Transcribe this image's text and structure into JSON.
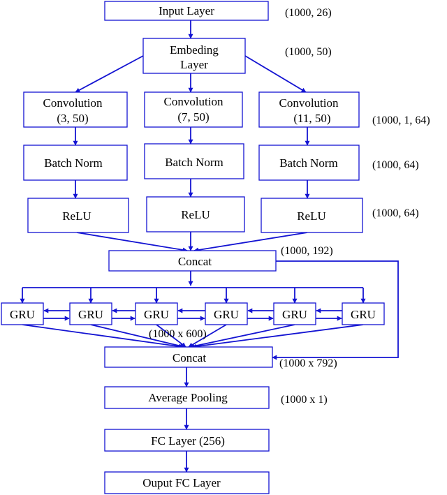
{
  "colors": {
    "stroke": "#1414d2",
    "text": "#000000",
    "background": "#ffffff"
  },
  "nodes": {
    "input": {
      "label": "Input Layer"
    },
    "embed": {
      "line1": "Embeding",
      "line2": "Layer"
    },
    "conv1": {
      "line1": "Convolution",
      "line2": "(3, 50)"
    },
    "conv2": {
      "line1": "Convolution",
      "line2": "(7, 50)"
    },
    "conv3": {
      "line1": "Convolution",
      "line2": "(11, 50)"
    },
    "bn1": {
      "label": "Batch Norm"
    },
    "bn2": {
      "label": "Batch Norm"
    },
    "bn3": {
      "label": "Batch Norm"
    },
    "relu1": {
      "label": "ReLU"
    },
    "relu2": {
      "label": "ReLU"
    },
    "relu3": {
      "label": "ReLU"
    },
    "concat1": {
      "label": "Concat"
    },
    "gru1": {
      "label": "GRU"
    },
    "gru2": {
      "label": "GRU"
    },
    "gru3": {
      "label": "GRU"
    },
    "gru4": {
      "label": "GRU"
    },
    "gru5": {
      "label": "GRU"
    },
    "gru6": {
      "label": "GRU"
    },
    "concat2": {
      "label": "Concat"
    },
    "avgpool": {
      "label": "Average Pooling"
    },
    "fc": {
      "label": "FC Layer (256)"
    },
    "output": {
      "label": "Ouput FC Layer"
    }
  },
  "dims": {
    "input": "(1000, 26)",
    "embed": "(1000, 50)",
    "conv": "(1000, 1, 64)",
    "bn": "(1000, 64)",
    "relu": "(1000, 64)",
    "concat1": "(1000, 192)",
    "gru": "(1000 x 600)",
    "concat2": "(1000 x 792)",
    "avgpool": "(1000 x 1)"
  }
}
